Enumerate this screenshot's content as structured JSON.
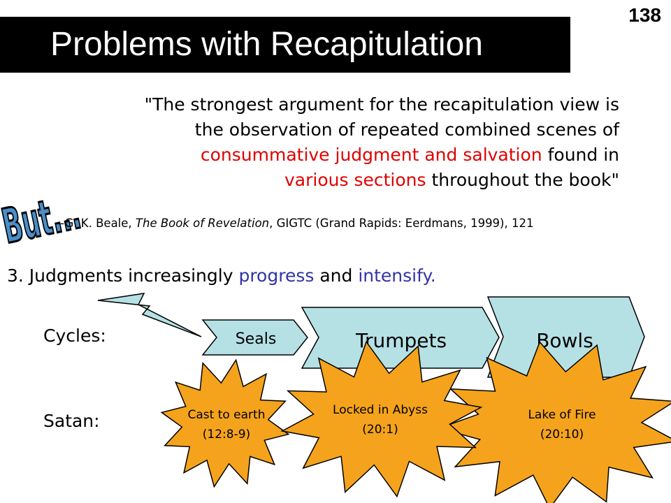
{
  "slide": {
    "number": "138",
    "title": "Problems with Recapitulation"
  },
  "quote": {
    "line1": "\"The strongest argument for the recapitulation view is",
    "line2": "the observation of repeated combined scenes of",
    "line3_red": "consummative judgment and salvation",
    "line3_rest": " found in",
    "line4_red": "various sections",
    "line4_rest": " throughout the book\""
  },
  "citation": {
    "prefix": "--G. K. Beale, ",
    "book": "The Book of Revelation",
    "suffix": ", GIGTC (Grand Rapids: Eerdmans, 1999), 121"
  },
  "stamp": "But...",
  "point": {
    "prefix": "3. Judgments increasingly ",
    "word1": "progress",
    "middle": " and ",
    "word2": "intensify."
  },
  "cycles": {
    "label": "Cycles:",
    "items": [
      "Seals",
      "Trumpets",
      "Bowls"
    ]
  },
  "satan": {
    "label": "Satan:",
    "events": [
      {
        "line1": "Cast to earth",
        "line2": "(12:8-9)"
      },
      {
        "line1": "Locked in Abyss",
        "line2": "(20:1)"
      },
      {
        "line1": "Lake of Fire",
        "line2": "(20:10)"
      }
    ]
  },
  "colors": {
    "red_text": "#e00000",
    "blue_text": "#3333a8",
    "arrow_fill": "#b5e1e5",
    "burst_fill": "#f5a31c",
    "stamp_fill": "#4a8ec9"
  }
}
